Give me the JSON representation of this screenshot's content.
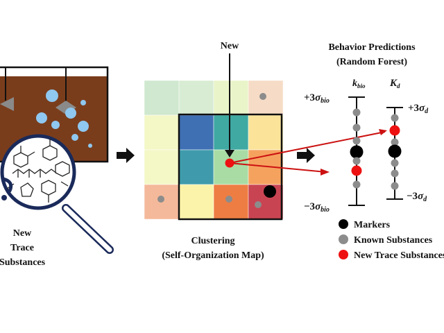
{
  "left_label": [
    "New",
    "Trace",
    "Substances"
  ],
  "new_label": "New",
  "som_caption": [
    "Clustering",
    "(Self-Organization Map)"
  ],
  "prediction_title": [
    "Behavior Predictions",
    "(Random Forest)"
  ],
  "kbio": {
    "symbol": "k",
    "sub": "bio",
    "top_coef": "+3",
    "bottom_coef": "−3",
    "sigma": "σ",
    "sigma_sub": "bio"
  },
  "kd": {
    "symbol": "K",
    "sub": "d",
    "top_coef": "+3",
    "bottom_coef": "−3",
    "sigma": "σ",
    "sigma_sub": "d"
  },
  "legend": [
    {
      "label": "Markers",
      "color": "#000000"
    },
    {
      "label": "Known Substances",
      "color": "#8c8c8c"
    },
    {
      "label": "New Trace Substances",
      "color": "#ee1111"
    }
  ],
  "colors": {
    "brown": "#7a3d1c",
    "red": "#ee1111",
    "gray": "#8c8c8c"
  },
  "som_grid": [
    [
      "#cfe8cf",
      "#d8ecd4",
      "#e9f4c9",
      "#f6dcc6"
    ],
    [
      "#f4f8c7",
      "#3f70b3",
      "#3fa9a2",
      "#fbe49a"
    ],
    [
      "#f4f8c7",
      "#3f9bab",
      "#a9dca4",
      "#f6a25f"
    ],
    [
      "#f4b99a",
      "#fbf3aa",
      "#ee7d43",
      "#c94452"
    ]
  ]
}
